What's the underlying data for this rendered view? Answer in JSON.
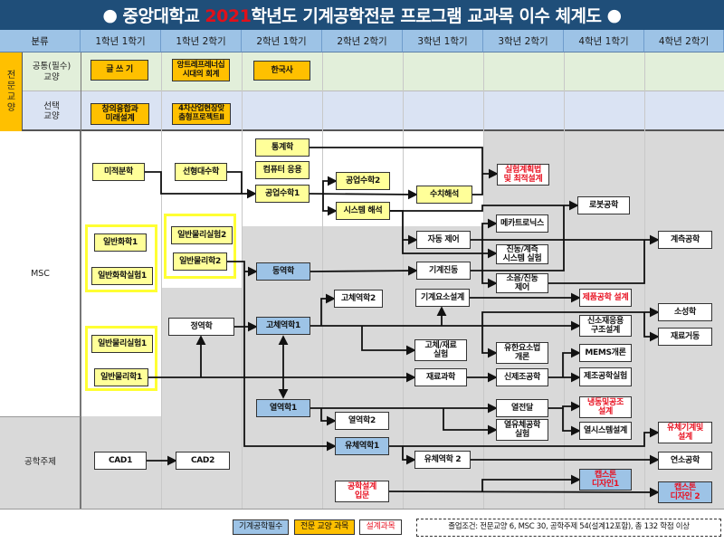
{
  "title": {
    "bullet_left": "●",
    "prefix": "중앙대학교",
    "year": "2021",
    "suffix": "학년도 기계공학전문 프로그램 교과목 이수 체계도",
    "bullet_right": "●"
  },
  "header": {
    "category": "분류",
    "semesters": [
      "1학년 1학기",
      "1학년 2학기",
      "2학년 1학기",
      "2학년 2학기",
      "3학년 1학기",
      "3학년 2학기",
      "4학년 1학기",
      "4학년 2학기"
    ]
  },
  "rows": {
    "liberal_group": "전\n문\n교\n양",
    "common": "공통(필수)\n교양",
    "elective": "선택\n교양",
    "msc": "MSC",
    "engineering": "공학주제"
  },
  "courses": {
    "writing": "글 쓰 기",
    "entre": "앙트레프레너십\n시대의 회계",
    "korhist": "한국사",
    "creative": "창의융합과\n미래설계",
    "industry4": "4차산업현장맞\n춤형프로젝트Ⅱ",
    "calculus": "미적분학",
    "linalg": "선형대수학",
    "stats": "통계학",
    "comp": "컴퓨터 응용",
    "engmath1": "공업수학1",
    "engmath2": "공업수학2",
    "sysan": "시스템 해석",
    "numan": "수치해석",
    "doe": "실험계획법\n및 최적설계",
    "robot": "로봇공학",
    "chem1": "일반화학1",
    "chemlab1": "일반화학실험1",
    "physlab2": "일반물리실험2",
    "phys2": "일반물리학2",
    "physlab1": "일반물리실험1",
    "phys1": "일반물리학1",
    "statics": "정역학",
    "dynamics": "동역학",
    "solid1": "고체역학1",
    "thermo1": "열역학1",
    "solid2": "고체역학2",
    "control": "자동 제어",
    "vibration": "기계진동",
    "elemdesign": "기계요소설계",
    "mecha": "메카트로닉스",
    "vibmeas": "진동/계측\n시스템 실험",
    "noise": "소음/진동\n제어",
    "measure": "계측공학",
    "proddesign": "제품공학 설계",
    "plastic": "소성학",
    "matbeh": "재료거동",
    "newmat": "신소재응용\n구조설계",
    "solidlab": "고체/재료\n실험",
    "fem": "유한요소법\n개론",
    "matsci": "재료과학",
    "newmfg": "신제조공학",
    "mems": "MEMS개론",
    "mfglab": "제조공학실험",
    "heattr": "열전달",
    "thermofluidlab": "열유체공학\n실험",
    "refrig": "냉동및공조\n설계",
    "thermsys": "열시스템설계",
    "thermo2": "열역학2",
    "fluid1": "유체역학1",
    "fluid2": "유체역학 2",
    "fluidmach": "유체기계및\n설계",
    "combustion": "연소공학",
    "cad1": "CAD1",
    "cad2": "CAD2",
    "designintro": "공학설계\n입문",
    "capstone1": "캡스톤\n디자인1",
    "capstone2": "캡스톤\n디자인 2"
  },
  "legend": {
    "required": "기계공학필수",
    "liberal": "전문 교양 과목",
    "design": "설계과목",
    "graduation": "졸업조건: 전문교양 6, MSC 30, 공학주제 54(설계12포함), 총 132 학점 이상"
  },
  "colors": {
    "title_bg": "#1f4e79",
    "required": "#9dc3e6",
    "liberal": "#ffc000",
    "msc": "#ffff99",
    "design_text": "#e81020"
  }
}
